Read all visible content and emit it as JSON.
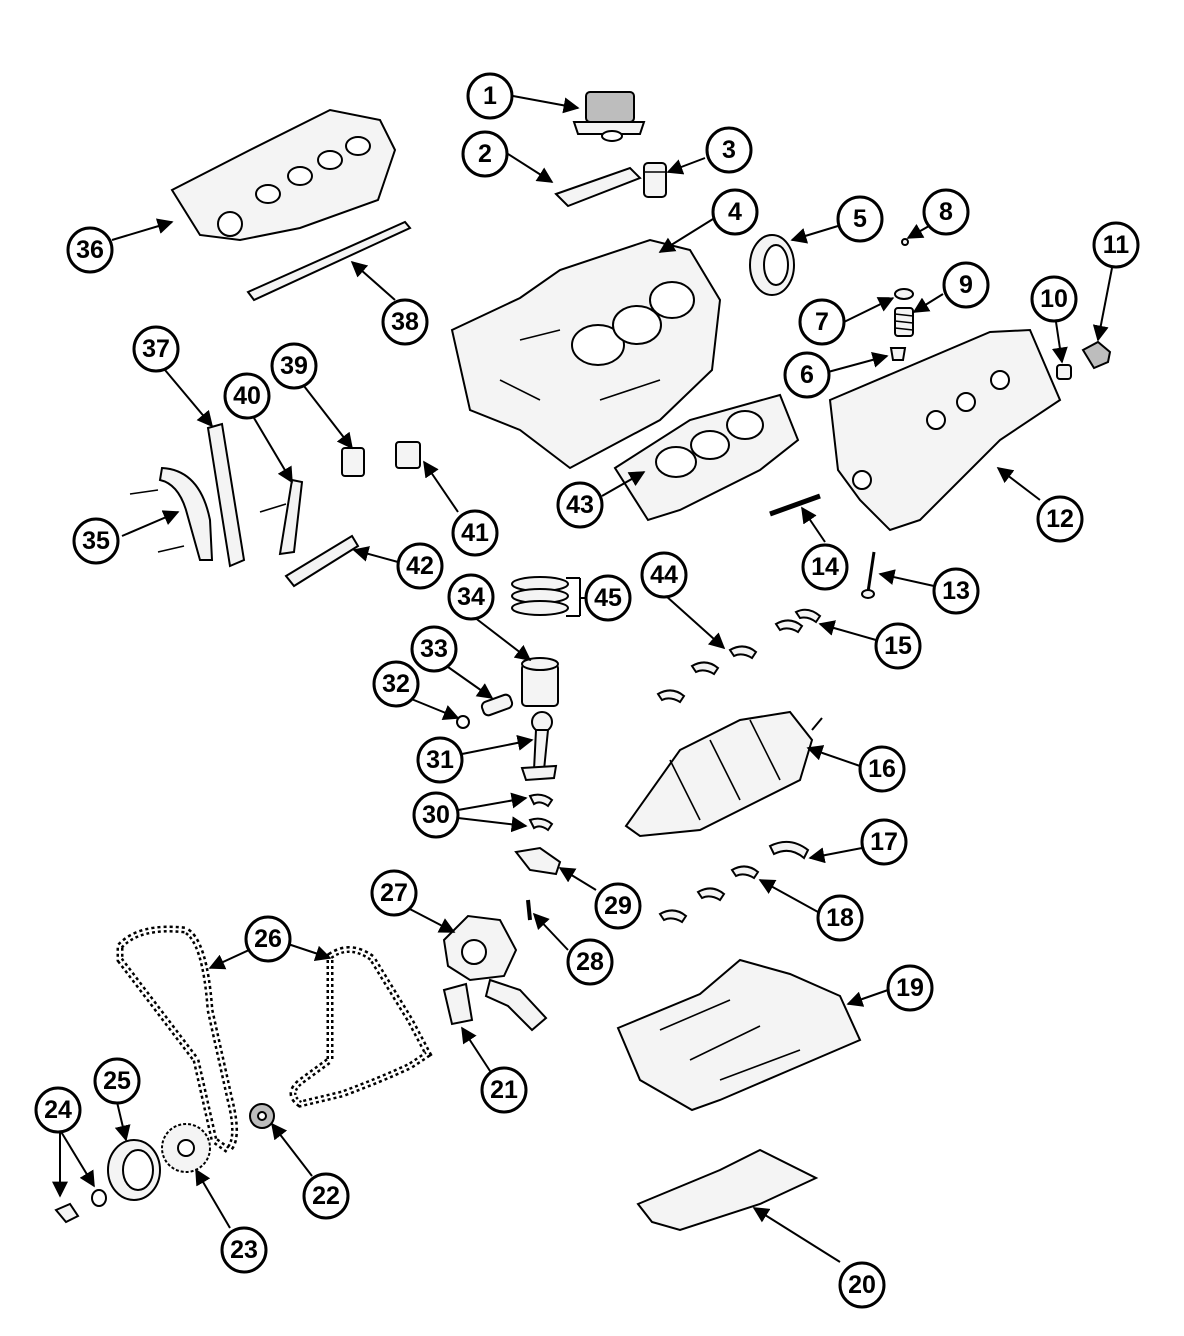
{
  "callouts": [
    "1",
    "2",
    "3",
    "4",
    "5",
    "6",
    "7",
    "8",
    "9",
    "10",
    "11",
    "12",
    "13",
    "14",
    "15",
    "16",
    "17",
    "18",
    "19",
    "20",
    "21",
    "22",
    "23",
    "24",
    "25",
    "26",
    "27",
    "28",
    "29",
    "30",
    "31",
    "32",
    "33",
    "34",
    "35",
    "36",
    "37",
    "38",
    "39",
    "40",
    "41",
    "42",
    "43",
    "44",
    "45"
  ],
  "colors": {
    "ink": "#000000",
    "paper": "#ffffff",
    "fill": "#f4f4f4",
    "shade": "#bdbdbd"
  }
}
